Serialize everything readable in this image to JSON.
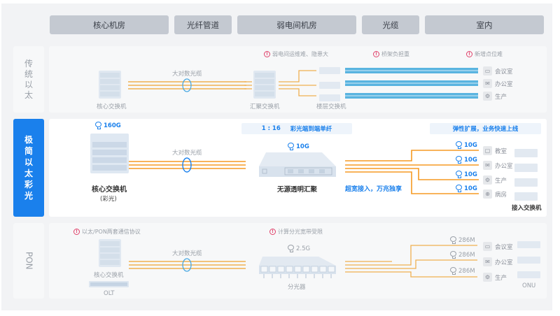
{
  "header": {
    "columns": [
      "核心机房",
      "光纤管道",
      "弱电间机房",
      "光缆",
      "室内"
    ]
  },
  "rows": {
    "traditional": {
      "label": "传统以太",
      "label_chars": [
        "传",
        "统",
        "以",
        "太"
      ],
      "core_switch": "核心交换机",
      "cable": "大对数光缆",
      "aggregation_switch": "汇聚交换机",
      "floor_switch": "楼层交换机",
      "warnings": [
        "弱电间运维难、隐患大",
        "桥架负担重",
        "新增点位难"
      ],
      "rooms": [
        {
          "icon": "meeting-room-icon",
          "glyph": "▭",
          "label": "会议室"
        },
        {
          "icon": "office-icon",
          "glyph": "✉",
          "label": "办公室"
        },
        {
          "icon": "production-icon",
          "glyph": "⚙",
          "label": "生产"
        }
      ]
    },
    "color_light": {
      "label": "极简以太彩光",
      "label_chars": [
        "极",
        "简",
        "以",
        "太",
        "彩",
        "光"
      ],
      "core_speed": "160G",
      "core_switch": "核心交换机",
      "core_switch_sub": "(彩光)",
      "cable": "大对数光缆",
      "ratio_badge": "1 : 16",
      "ratio_text": "彩光端到端单纤",
      "passive_speed": "10G",
      "passive_label": "无源透明汇聚",
      "slogan": "超宽接入，万兆独享",
      "elastic_badge": "弹性扩展，业务快速上线",
      "ports": [
        {
          "speed": "10G",
          "icon": "classroom-icon",
          "glyph": "▢",
          "label": "教室"
        },
        {
          "speed": "10G",
          "icon": "office-icon",
          "glyph": "✉",
          "label": "办公室"
        },
        {
          "speed": "10G",
          "icon": "production-icon",
          "glyph": "⚙",
          "label": "生产"
        },
        {
          "speed": "10G",
          "icon": "ward-icon",
          "glyph": "⊕",
          "label": "病房"
        }
      ],
      "access_switch": "接入交换机"
    },
    "pon": {
      "label": "PON",
      "warning_left": "以太/PON两套通信协议",
      "core_switch": "核心交换机",
      "olt": "OLT",
      "cable": "大对数光缆",
      "warning_mid": "计算分光宽带受限",
      "splitter_speed": "2.5G",
      "splitter": "分光器",
      "ports": [
        {
          "speed": "286M",
          "icon": "meeting-room-icon",
          "glyph": "▭",
          "label": "会议室"
        },
        {
          "speed": "286M",
          "icon": "office-icon",
          "glyph": "✉",
          "label": "办公室"
        },
        {
          "speed": "286M",
          "icon": "production-icon",
          "glyph": "⚙",
          "label": "生产"
        }
      ],
      "onu": "ONU"
    }
  },
  "colors": {
    "accent": "#1a80ec",
    "fiber": "#f0a030",
    "cable_blue": "#5ab4e0",
    "warning": "#e0416a",
    "header_bg": "#c4c9d1"
  }
}
